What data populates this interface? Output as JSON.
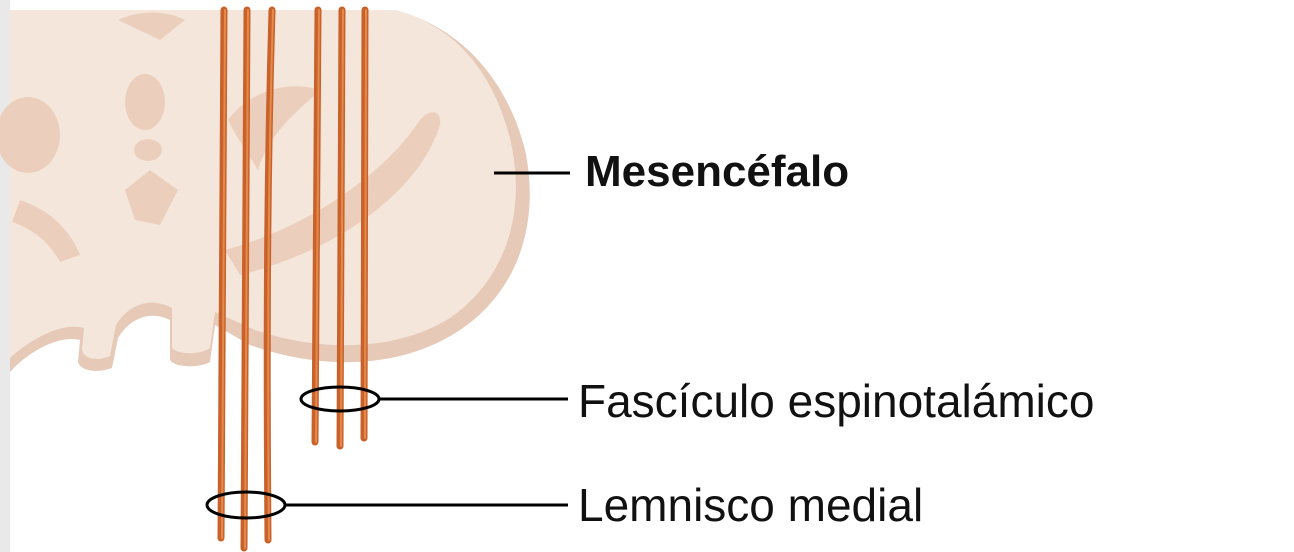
{
  "labels": {
    "mesencefalo": "Mesencéfalo",
    "fasciculo": "Fascículo espinotalámico",
    "lemnisco": "Lemnisco medial"
  },
  "colors": {
    "tissue": "#f5e6dc",
    "tissue_shadow": "#e6c9b7",
    "inner_structures": "#ebcfbc",
    "fiber": "#c8622a",
    "fiber_highlight": "#e58a4c",
    "leader_line": "#000000",
    "text": "#111111",
    "left_border": "#e9e9e9"
  }
}
